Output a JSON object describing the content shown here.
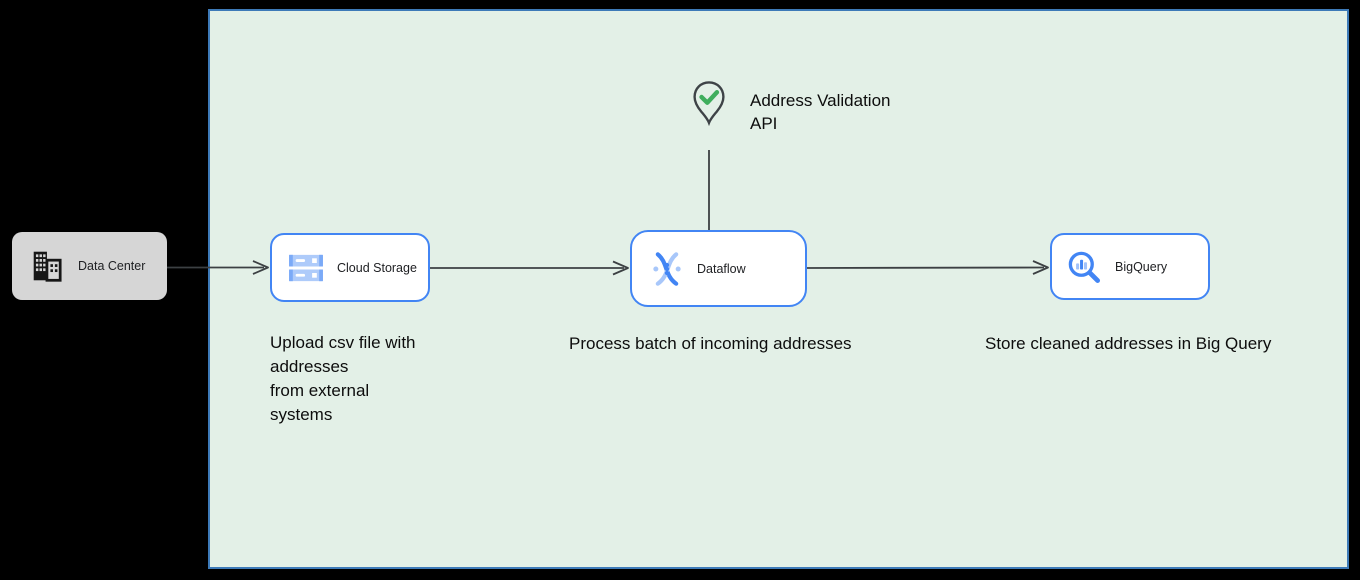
{
  "colors": {
    "background": "#000000",
    "panel_fill": "#e3f0e7",
    "panel_border": "#3d7ab8",
    "node_border_blue": "#4285f4",
    "node_fill": "#ffffff",
    "data_center_fill": "#d6d6d6",
    "icon_blue": "#4285f4",
    "icon_blue_light": "#aecbfa",
    "check_green": "#3fae5d",
    "connector": "#3c4043"
  },
  "nodes": {
    "data_center": {
      "label": "Data Center",
      "icon": "office-building-icon"
    },
    "cloud_storage": {
      "label": "Cloud Storage",
      "icon": "cloud-storage-icon"
    },
    "dataflow": {
      "label": "Dataflow",
      "icon": "dataflow-icon"
    },
    "bigquery": {
      "label": "BigQuery",
      "icon": "bigquery-icon"
    }
  },
  "api_callout": {
    "icon": "location-pin-check-icon",
    "lines": [
      "Address Validation",
      "API"
    ]
  },
  "captions": {
    "upload": {
      "lines": [
        "Upload csv file with",
        "addresses",
        "from external",
        "systems"
      ]
    },
    "process": {
      "text": "Process batch of incoming addresses"
    },
    "store": {
      "text": "Store cleaned addresses in Big Query"
    }
  }
}
